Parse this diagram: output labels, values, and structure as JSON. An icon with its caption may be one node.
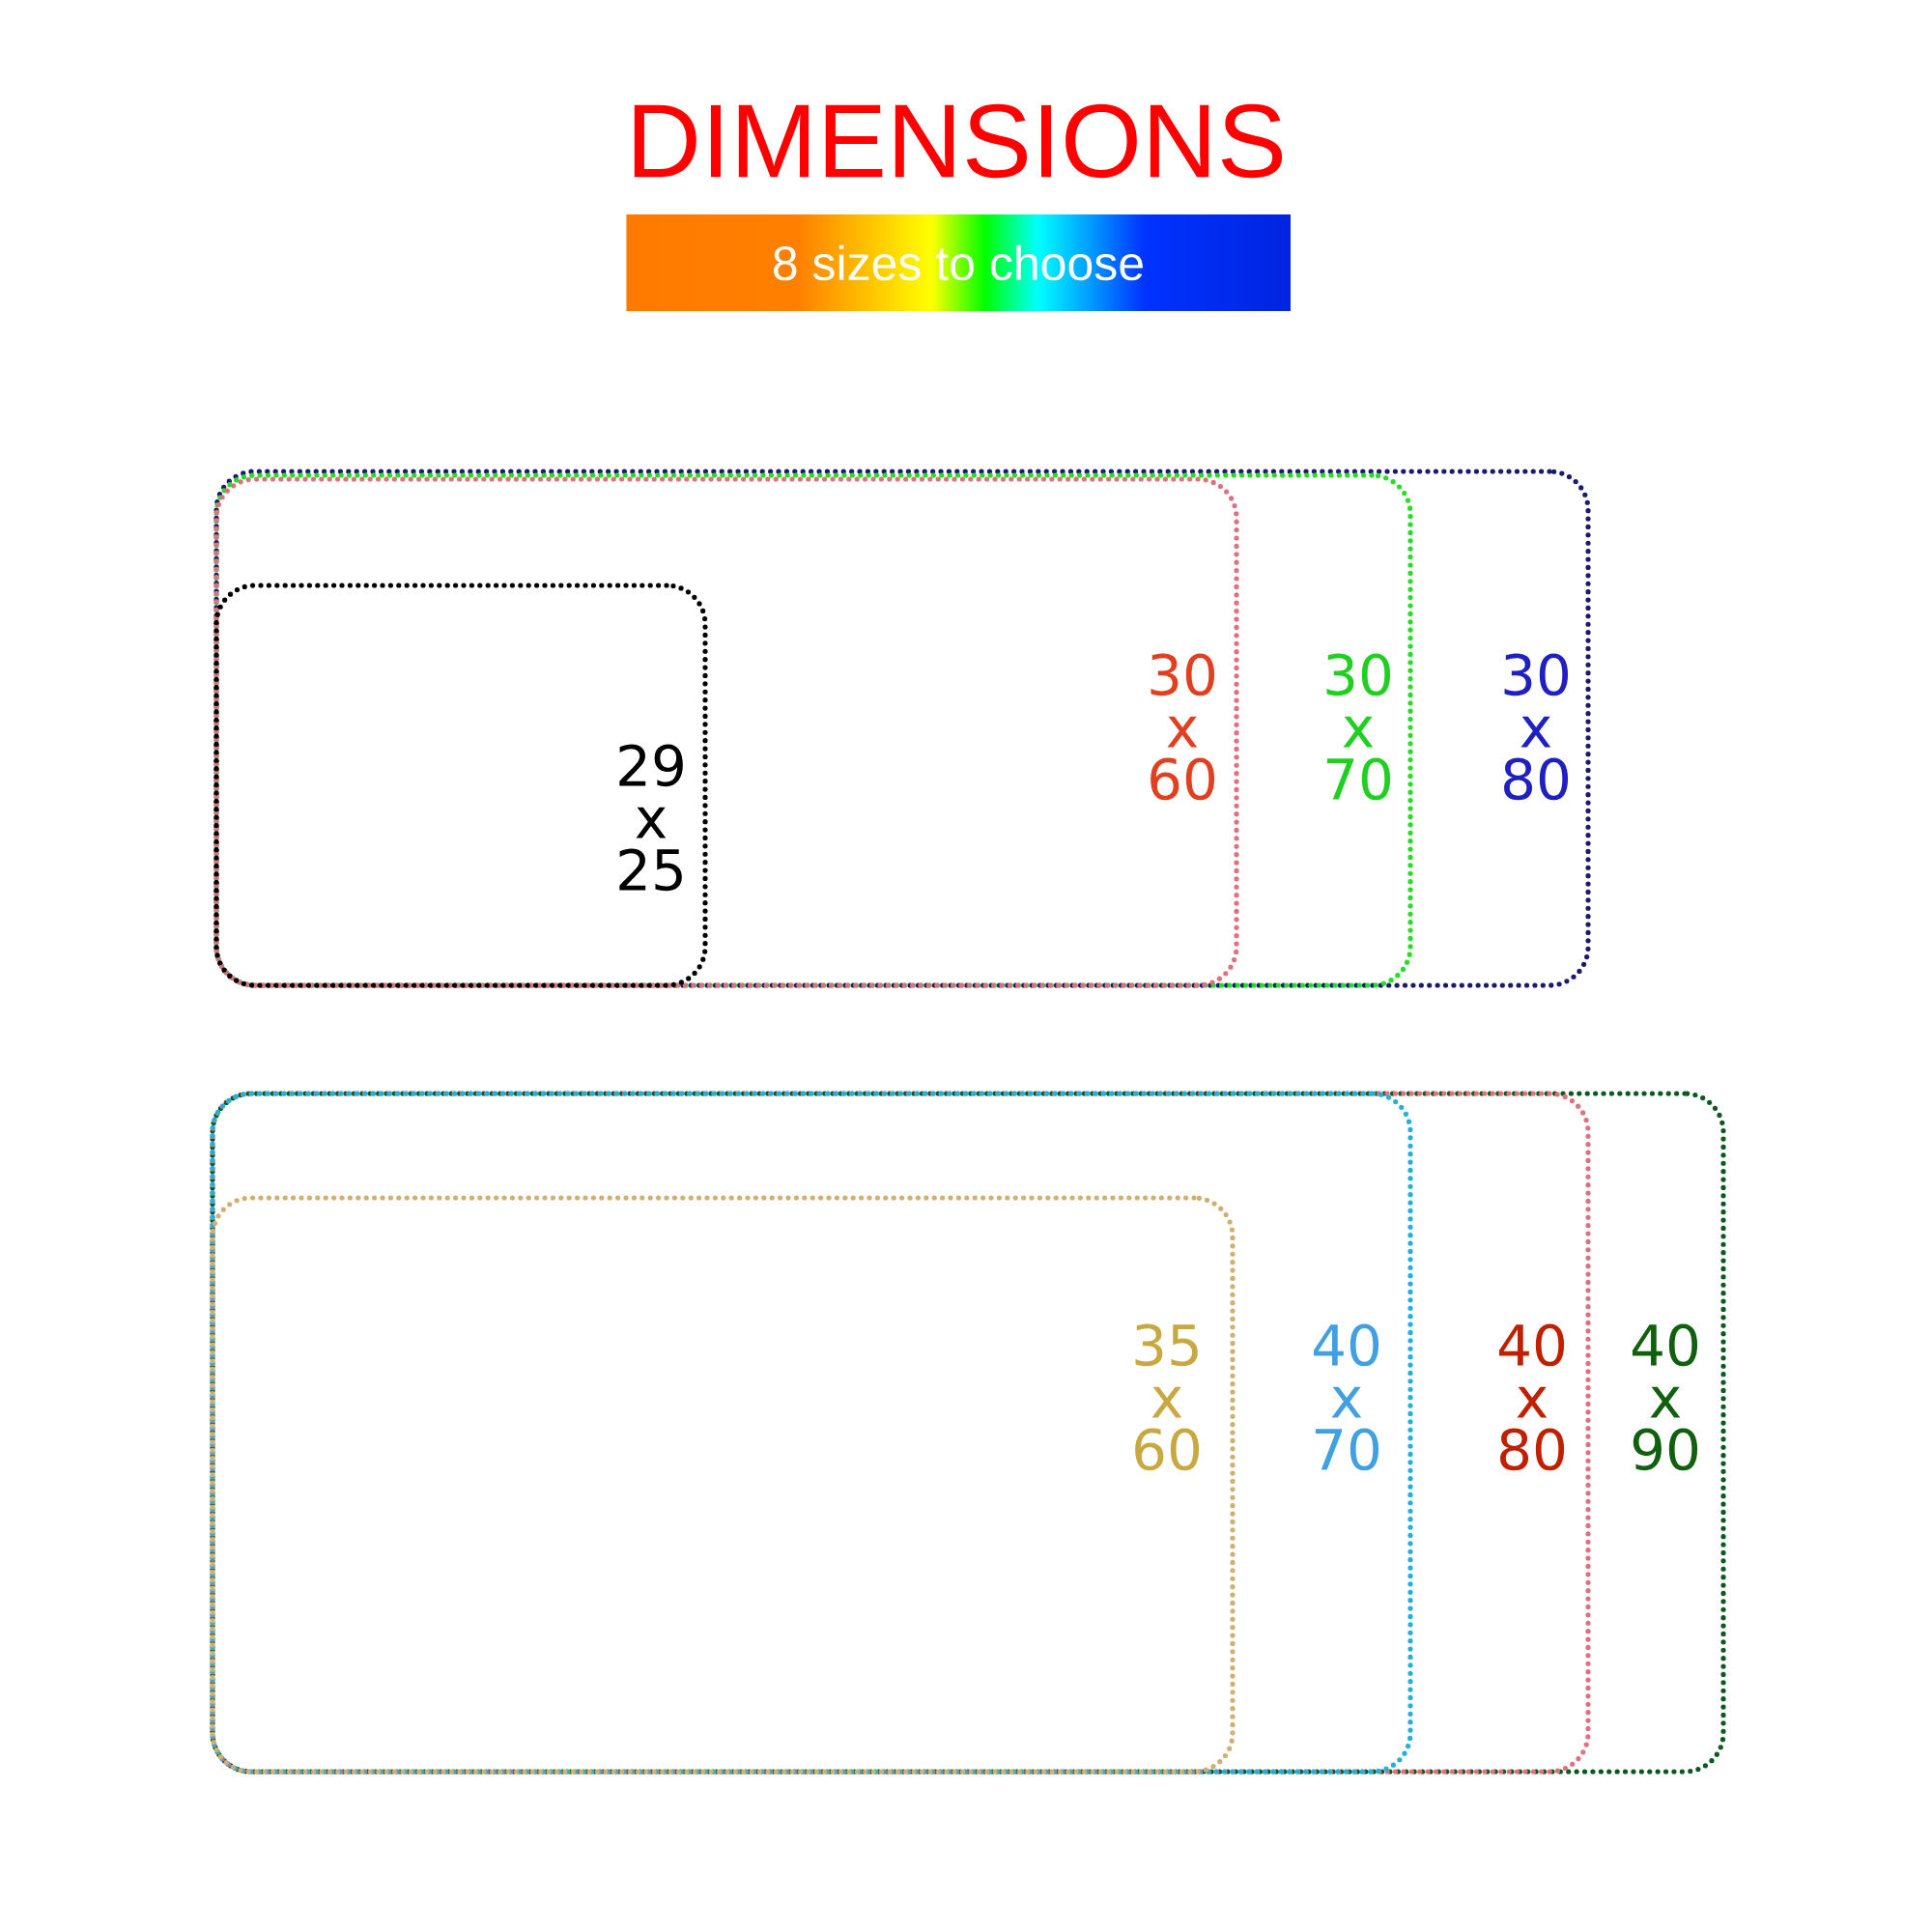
{
  "diagram": {
    "title": "DIMENSIONS",
    "nodes": [
      {
        "text": [
          "8 sizes to choose"
        ]
      },
      {
        "text": [
          "30 x 80"
        ]
      },
      {
        "text": [
          "30 x 70"
        ],
        "in": 1
      },
      {
        "text": [
          "30 x 60"
        ],
        "in": 2
      },
      {
        "text": [
          "29 x 25"
        ],
        "in": 3
      },
      {
        "text": [
          "40 x 90"
        ]
      },
      {
        "text": [
          "40 x 80"
        ],
        "in": 5
      },
      {
        "text": [
          "40 x 70"
        ],
        "in": 6
      },
      {
        "text": [
          "35 x 60"
        ],
        "in": 7
      }
    ]
  }
}
